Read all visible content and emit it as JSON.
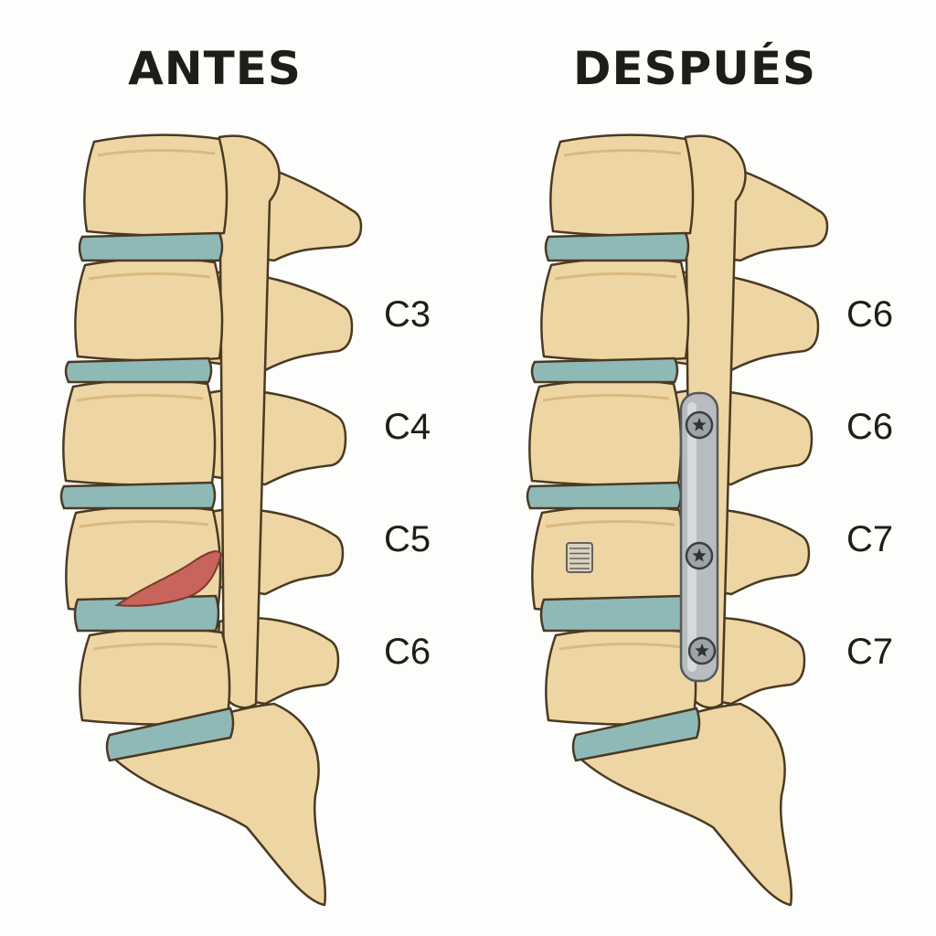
{
  "panels": [
    {
      "title": "ANTES",
      "levels": [
        "C3",
        "C4",
        "C5",
        "C6"
      ]
    },
    {
      "title": "DESPUÉS",
      "levels": [
        "C6",
        "C6",
        "C7",
        "C7"
      ]
    }
  ],
  "colors": {
    "bone": "#eed6a4",
    "bone_shade": "#d9b97e",
    "outline": "#4a3a22",
    "disc": "#8fb9b6",
    "herniation": "#c8645a",
    "plate": "#b9bcbe"
  }
}
